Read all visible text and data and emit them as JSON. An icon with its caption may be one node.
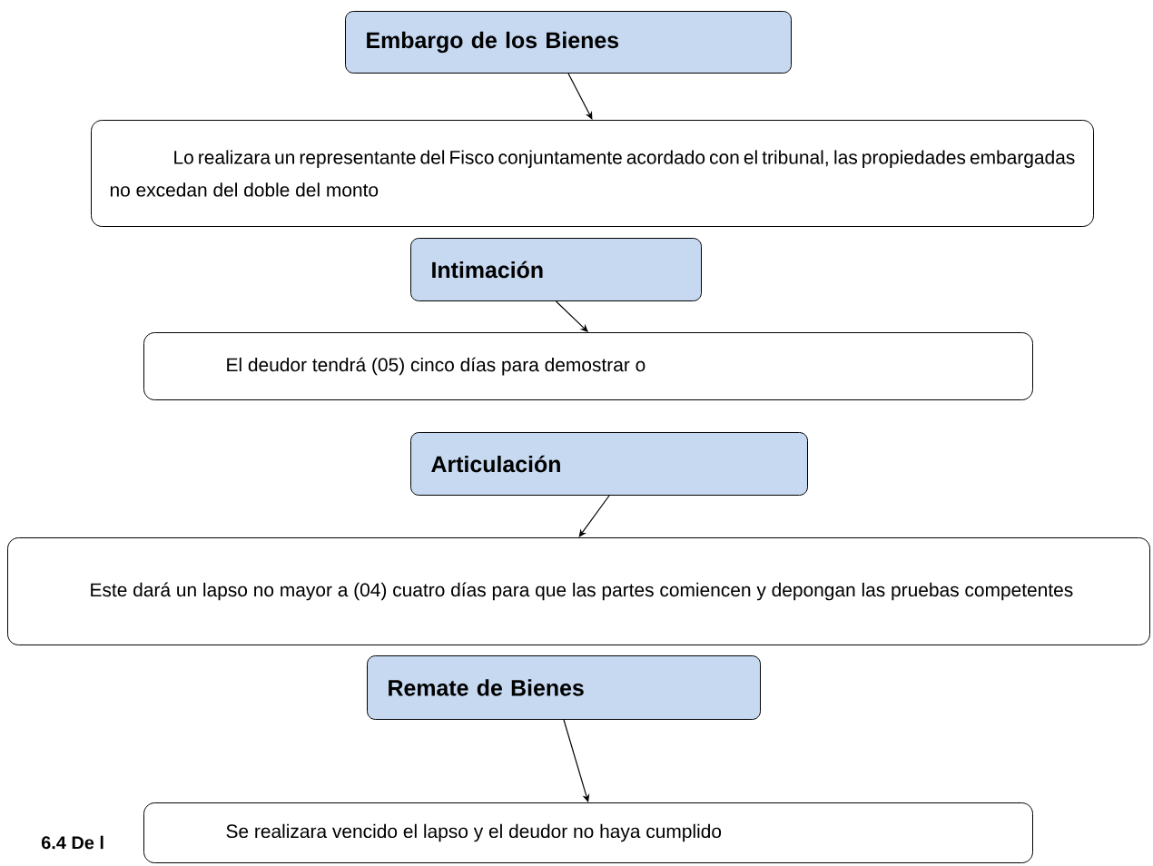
{
  "diagram": {
    "nodes": [
      {
        "text": [
          "Embargo de los Bienes"
        ]
      },
      {
        "text": [
          "Lo realizara un representante del Fisco conjuntamente acordado con el tribunal, las propiedades embargadas no excedan del doble del monto"
        ]
      },
      {
        "text": [
          "Intimación"
        ]
      },
      {
        "text": [
          "El deudor tendrá (05) cinco días para demostrar o"
        ]
      },
      {
        "text": [
          "Articulación"
        ]
      },
      {
        "text": [
          "Este dará un lapso no mayor a (04) cuatro días para que las partes comiencen y depongan las pruebas  competentes"
        ]
      },
      {
        "text": [
          "Remate de Bienes"
        ]
      },
      {
        "text": [
          "Se realizara vencido el lapso y el deudor no haya cumplido"
        ]
      }
    ],
    "edges": [
      {
        "from": 0,
        "to": 1,
        "arrow": "to"
      },
      {
        "from": 2,
        "to": 3,
        "arrow": "to"
      },
      {
        "from": 4,
        "to": 5,
        "arrow": "to"
      },
      {
        "from": 6,
        "to": 7,
        "arrow": "to"
      }
    ],
    "labels": [
      "6.4 De l"
    ]
  }
}
